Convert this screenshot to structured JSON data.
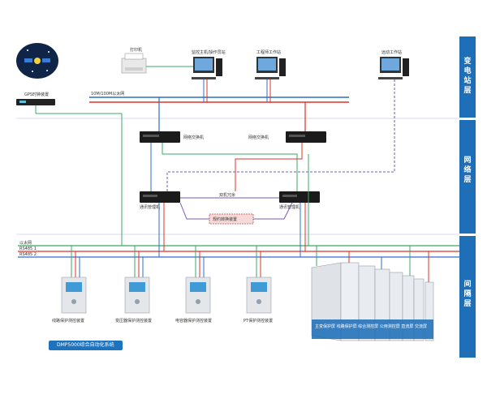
{
  "layers": {
    "station": "变电站层",
    "network": "网络层",
    "bay": "间隔层"
  },
  "buses": {
    "station_bus": "10M/100M以太网",
    "rs485_a": "RS485 1",
    "rs485_b": "RS485 2",
    "ethernet_label": "以太网"
  },
  "devices": {
    "gps": "GPS时钟装置",
    "printer": "打印机",
    "host1": "监控主机/操作员站",
    "host2": "工程师工作站",
    "remote": "远动工作站",
    "switch1": "网络交换机",
    "switch2": "网络交换机",
    "comm1": "通讯管理机",
    "comm2": "通讯管理机",
    "redundant": "双机冗余",
    "protocol": "规约转换装置",
    "bay1": "线路保护测控装置",
    "bay2": "变压器保护测控装置",
    "bay3": "电容器保护测控装置",
    "bay4": "PT保护测控装置",
    "cabinet_caption": "主变保护屏 线路保护屏 综合测控屏 公用测控屏 直流屏 交流屏"
  },
  "banner": "DMP5000综合自动化系统",
  "colors": {
    "red": "#e0302a",
    "blue": "#2d6fc7",
    "green": "#3aa86b",
    "purple": "#7a5ab6",
    "panel": "#1f6fb8"
  }
}
